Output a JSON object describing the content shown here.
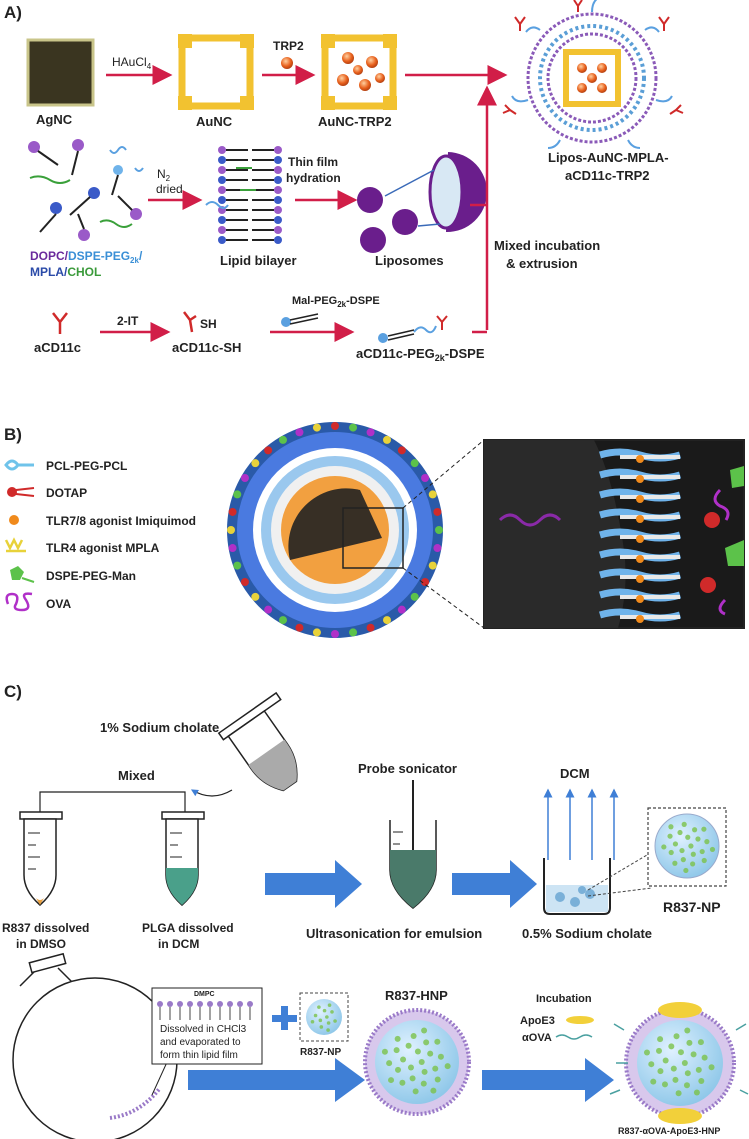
{
  "panel_a": {
    "label": "A)",
    "row1": {
      "agnc": "AgNC",
      "arrow1": "HAuCl",
      "arrow1_sub": "4",
      "aunc": "AuNC",
      "arrow2": "TRP2",
      "aunc_trp2": "AuNC-TRP2"
    },
    "row2": {
      "mix_dopc": "DOPC/",
      "mix_dspe_peg": "DSPE-PEG",
      "mix_dspe_sub": "2k",
      "mix_slash": "/",
      "mix_mpla": "MPLA/",
      "mix_chol": "CHOL",
      "arrow_n2": "N",
      "arrow_n2_sub": "2",
      "arrow_dried": "dried",
      "lipid_bilayer": "Lipid bilayer",
      "arrow_thin1": "Thin film",
      "arrow_thin2": "hydration",
      "liposomes": "Liposomes"
    },
    "row3": {
      "acd11c": "aCD11c",
      "arrow_2it": "2-IT",
      "acd11c_sh_a": "aCD11c-",
      "sh": "SH",
      "mal_a": "Mal-PEG",
      "mal_sub": "2k",
      "mal_b": "-DSPE",
      "conj_a": "aCD11c-PEG",
      "conj_sub": "2k",
      "conj_b": "-DSPE"
    },
    "mixed1": "Mixed incubation",
    "mixed2": "& extrusion",
    "product1": "Lipos-AuNC-MPLA-",
    "product2": "aCD11c-TRP2"
  },
  "panel_b": {
    "label": "B)",
    "legend": [
      {
        "text": "PCL-PEG-PCL",
        "color": "#6fc3ea"
      },
      {
        "text": "DOTAP",
        "color": "#d02a2a"
      },
      {
        "text": "TLR7/8 agonist Imiquimod",
        "color": "#f08a1c"
      },
      {
        "text": "TLR4 agonist MPLA",
        "color": "#e8d23a"
      },
      {
        "text": "DSPE-PEG-Man",
        "color": "#5cc24a"
      },
      {
        "text": "OVA",
        "color": "#b030c8"
      }
    ]
  },
  "panel_c": {
    "label": "C)",
    "sodium_cholate": "1% Sodium cholate",
    "mixed": "Mixed",
    "r837_1": "R837 dissolved",
    "r837_2": "in DMSO",
    "plga_1": "PLGA dissolved",
    "plga_2": "in DCM",
    "probe": "Probe sonicator",
    "ultrasonication": "Ultrasonication for emulsion",
    "dcm": "DCM",
    "cholate_half": "0.5% Sodium cholate",
    "r837_np": "R837-NP",
    "dmpc": "DMPC",
    "film_1": "Dissolved in CHCl3",
    "film_2": "and evaporated to",
    "film_3": "form thin lipid film",
    "r837_np_small": "R837-NP",
    "r837_hnp": "R837-HNP",
    "incubation": "Incubation",
    "apoe3": "ApoE3",
    "aova": "αOVA",
    "final": "R837-αOVA-ApoE3-HNP"
  },
  "colors": {
    "arrow_red": "#d11e48",
    "arrow_blue": "#3f7fd6",
    "gold": "#f2c230",
    "purple": "#6a1e8c",
    "text_blue": "#3a8fd6",
    "text_purple": "#6a2a9c",
    "text_green": "#3a9a3a"
  }
}
